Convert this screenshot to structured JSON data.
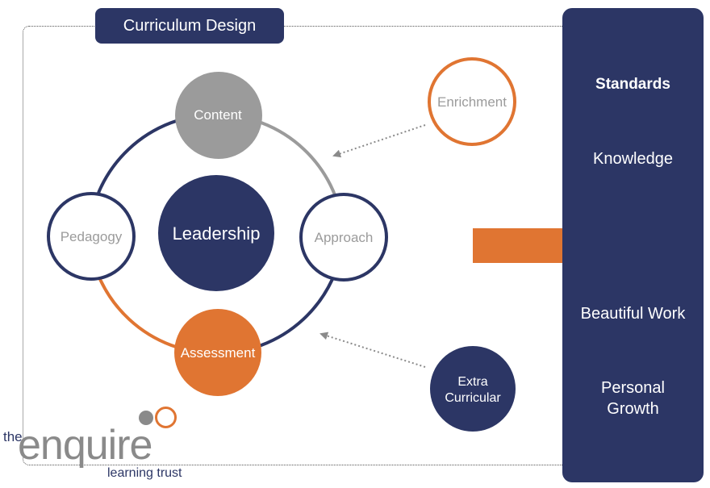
{
  "title": "Curriculum Design",
  "cycle": {
    "top": "Content",
    "right": "Approach",
    "bottom": "Assessment",
    "left": "Pedagogy",
    "center": "Leadership"
  },
  "influences": {
    "enrichment": "Enrichment",
    "extra_curricular_line1": "Extra",
    "extra_curricular_line2": "Curricular"
  },
  "standards": {
    "heading": "Standards",
    "items": [
      "Knowledge",
      "Beautiful Work",
      "Personal",
      "Growth"
    ]
  },
  "logo": {
    "prefix": "the",
    "word": "enquire",
    "subtitle": "learning trust"
  },
  "colors": {
    "navy": "#2c3665",
    "orange": "#e07532",
    "grey": "#9b9b9b",
    "light_grey": "#a8a8a8"
  }
}
